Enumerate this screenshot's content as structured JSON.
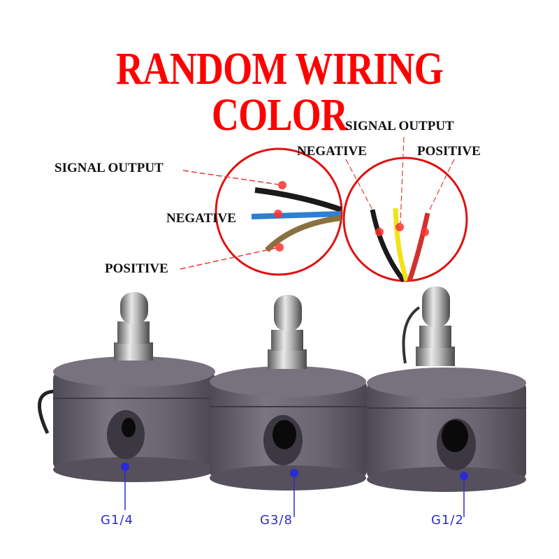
{
  "title": "RANDOM WIRING COLOR",
  "left_diagram": {
    "labels": [
      {
        "text": "SIGNAL OUTPUT",
        "wire_color": "#1a1a1a"
      },
      {
        "text": "NEGATIVE",
        "wire_color": "#2f7fd1"
      },
      {
        "text": "POSITIVE",
        "wire_color": "#8a7140"
      }
    ]
  },
  "right_diagram": {
    "labels": [
      {
        "text": "SIGNAL OUTPUT",
        "wire_color": "#f2e21a"
      },
      {
        "text": "NEGATIVE",
        "wire_color": "#1a1a1a"
      },
      {
        "text": "POSITIVE",
        "wire_color": "#d2302e"
      }
    ]
  },
  "products": [
    {
      "thread_size": "G1/4"
    },
    {
      "thread_size": "G3/8"
    },
    {
      "thread_size": "G1/2"
    }
  ],
  "colors": {
    "title": "#ff0000",
    "callout_circle": "#e01010",
    "marker_red": "#ff3030",
    "marker_blue": "#2a2ad8",
    "body_gray": "#6f6a75"
  }
}
